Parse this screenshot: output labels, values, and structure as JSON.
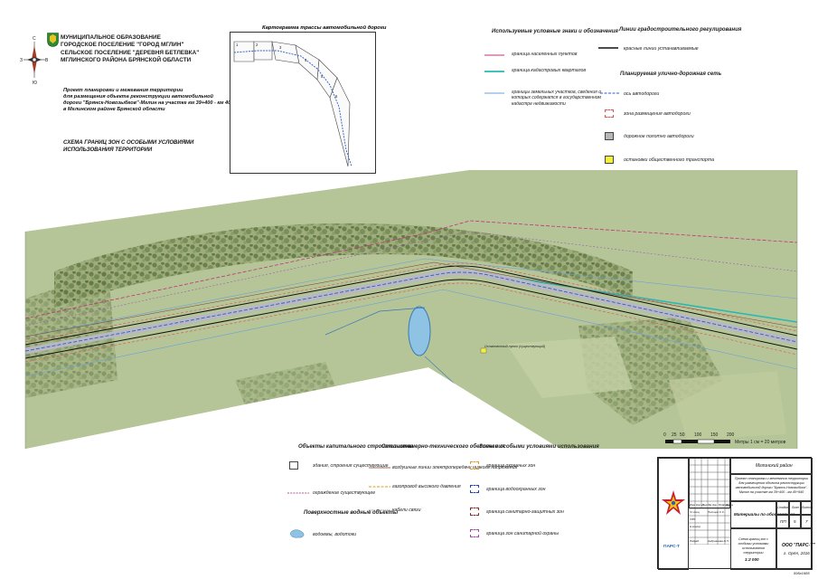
{
  "titleblock": {
    "municipality": [
      "МУНИЦИПАЛЬНОЕ ОБРАЗОВАНИЕ",
      "ГОРОДСКОЕ ПОСЕЛЕНИЕ \"ГОРОД МГЛИН\"",
      "СЕЛЬСКОЕ ПОСЕЛЕНИЕ \"ДЕРЕВНЯ БЕТЛЕВКА\"",
      "МГЛИНСКОГО РАЙОНА БРЯНСКОЙ ОБЛАСТИ"
    ],
    "project": [
      "Проект планировки и межевания территории",
      "для размещения объекта реконструкции автомобильной",
      "дороги \"Брянск-Новозыбков\"-Мглин на участке км 39+400 - км 40+940",
      "в Мглинском районе Брянской области"
    ],
    "schema": [
      "СХЕМА ГРАНИЦ ЗОН С ОСОБЫМИ УСЛОВИЯМИ",
      "ИСПОЛЬЗОВАНИЯ ТЕРРИТОРИИ"
    ]
  },
  "compass": {
    "n": "С",
    "s": "Ю",
    "e": "В",
    "w": "З"
  },
  "keymap": {
    "title": "Картограмма трассы автомобильной дороги",
    "sheets": [
      "1",
      "2",
      "3",
      "4",
      "5",
      "6"
    ]
  },
  "legend_conventions": {
    "header": "Используемые условные знаки и обозначения",
    "items": [
      "граница населенных пунктов",
      "граница кадастровых кварталов",
      "границы земельных участков, сведения о которых содержатся в государственном кадастре недвижимости"
    ]
  },
  "legend_lines": {
    "header": "Линии градостроительного регулирования",
    "red_line": "красные линии устанавливаемые",
    "network_header": "Планируемая улично-дорожная сеть",
    "items": [
      "ось автодороги",
      "зона размещения автодороги",
      "дорожное полотно автодороги",
      "остановки общественного транспорта"
    ]
  },
  "legend_bottom": {
    "capital_header": "Объекты капитального строительства",
    "capital_items": [
      "здания, строения существующие",
      "ограждение существующее"
    ],
    "water_header": "Поверхностные водные объекты",
    "water_items": [
      "водоемы, водотоки"
    ],
    "engineering_header": "Сети инженерно-технического обеспечения",
    "engineering_items": [
      "воздушные линии электропередачи низкого напряжения",
      "газопровод высокого давления",
      "кабели связи"
    ],
    "zones_header": "Зоны с особыми условиями использования",
    "zones_items": [
      "граница охранных зон",
      "граница водоохранных зон",
      "граница санитарно-защитных зон",
      "граница зон санитарной охраны"
    ]
  },
  "map": {
    "label_bus_stop": "Остановочный пункт (существующий)"
  },
  "scale": {
    "ticks": [
      "0",
      "25",
      "50",
      "100",
      "150",
      "200"
    ],
    "unit": "Метры",
    "ratio": "1 см = 20 метров"
  },
  "stamp": {
    "district": "Мглинский район",
    "description": "Проект планировки и межевания территории для размещения объекта реконструкции автомобильной дороги \"Брянск-Новозыбков\"-Мглин на участке км 39+400 - км 40+940",
    "section": "Материалы по обоснованию",
    "col_stage": "Стадия",
    "col_sheet": "Лист",
    "col_sheets": "Листов",
    "stage": "ПП",
    "sheet": "5",
    "sheets": "7",
    "drawing": "Схема границ зон с особыми условиями использования территории",
    "drawing_scale": "1:2 000",
    "company": "ООО \"ПАРС-Т\"",
    "city": "г. Орёл, 2016",
    "logo_text": "ПАРС-Т",
    "row_labels": [
      "Изм.",
      "Кол.уч.",
      "Лист",
      "№ док.",
      "Подпись",
      "Дата"
    ],
    "roles": [
      "Гл.спец.",
      "ГИП",
      "Н.контр.",
      "Разраб."
    ],
    "names": [
      "Лисицин С.С.",
      "",
      "",
      "Андрианова Н.Л."
    ],
    "format_note": "595х1685"
  }
}
